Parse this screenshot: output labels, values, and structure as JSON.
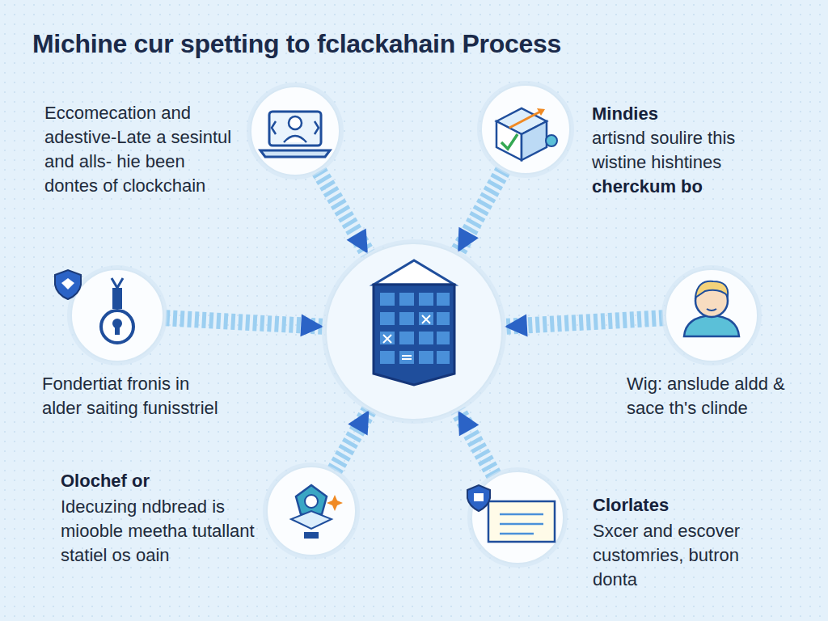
{
  "diagram": {
    "title": "Michine cur spetting to fclackahain Process",
    "nodes": [
      {
        "text": [
          "Eccomecation and adestive-Late a sesintul and alls- hie been dontes of clockchain"
        ]
      },
      {
        "text": [
          "Mindies",
          "artisnd soulire this wistine hishtines",
          "cherckum bo"
        ]
      },
      {
        "text": [
          "Fondertiat fronis in alder saiting funisstriel"
        ]
      },
      {
        "text": []
      },
      {
        "text": [
          "Wig: anslude aldd & sace th's clinde"
        ]
      },
      {
        "text": [
          "Olochef or",
          "Idecuzing ndbread is miooble meetha tutallant statiel os oain"
        ]
      },
      {
        "text": [
          "Clorlates",
          "Sxcer and escover customries, butron donta"
        ]
      }
    ],
    "edges": [
      {
        "from": 0,
        "to": 3,
        "arrow": "to"
      },
      {
        "from": 1,
        "to": 3,
        "arrow": "to"
      },
      {
        "from": 2,
        "to": 3,
        "arrow": "to"
      },
      {
        "from": 4,
        "to": 3,
        "arrow": "to"
      },
      {
        "from": 5,
        "to": 3,
        "arrow": "to"
      },
      {
        "from": 6,
        "to": 3,
        "arrow": "to"
      }
    ]
  }
}
